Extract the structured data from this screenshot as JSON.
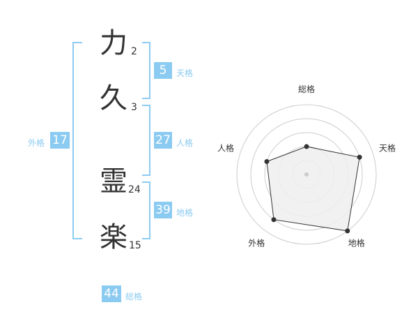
{
  "name": {
    "chars": [
      {
        "char": "力",
        "strokes": "2"
      },
      {
        "char": "久",
        "strokes": "3"
      },
      {
        "char": "霊",
        "strokes": "24"
      },
      {
        "char": "楽",
        "strokes": "15"
      }
    ]
  },
  "fortunes": {
    "tenkaku": {
      "label": "天格",
      "value": "5"
    },
    "jinkaku": {
      "label": "人格",
      "value": "27"
    },
    "chikaku": {
      "label": "地格",
      "value": "39"
    },
    "gaikaku": {
      "label": "外格",
      "value": "17"
    },
    "soukaku": {
      "label": "総格",
      "value": "44"
    }
  },
  "colors": {
    "accent": "#8ccbf1",
    "text": "#333333",
    "radar_fill": "#eeeeee",
    "ring": "#cccccc"
  },
  "chart_data": {
    "type": "radar",
    "axes": [
      "総格",
      "天格",
      "地格",
      "外格",
      "人格"
    ],
    "values": [
      2,
      4,
      5,
      4,
      3
    ],
    "max": 5
  }
}
